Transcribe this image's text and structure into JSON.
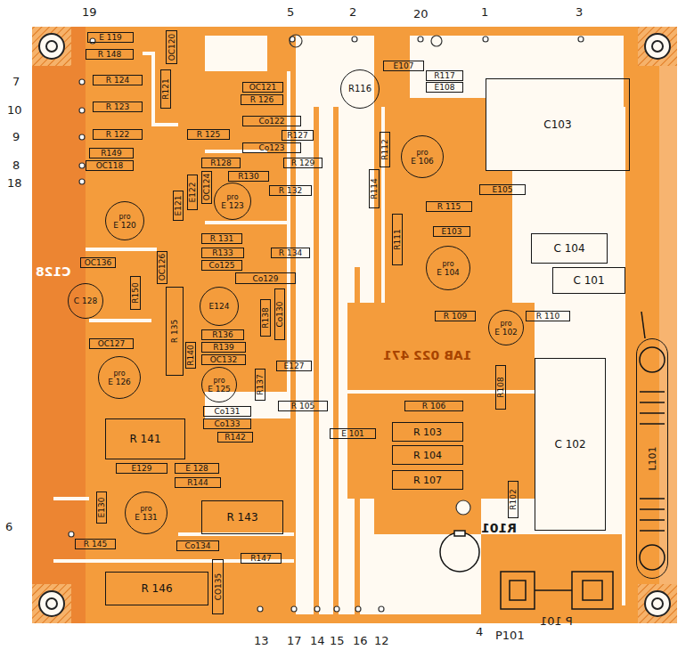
{
  "diagram": {
    "nodes": [
      {
        "text": [
          "E 119"
        ]
      },
      {
        "text": [
          "OC120"
        ]
      },
      {
        "text": [
          "R 148"
        ]
      },
      {
        "text": [
          "E107"
        ]
      },
      {
        "text": [
          "R117"
        ]
      },
      {
        "text": [
          "E108"
        ]
      },
      {
        "text": [
          "R116"
        ]
      },
      {
        "text": [
          "C103"
        ]
      },
      {
        "text": [
          "OC121"
        ]
      },
      {
        "text": [
          "R 124"
        ]
      },
      {
        "text": [
          "R121"
        ]
      },
      {
        "text": [
          "R 126"
        ]
      },
      {
        "text": [
          "R 123"
        ]
      },
      {
        "text": [
          "Co122"
        ]
      },
      {
        "text": [
          "R 122"
        ]
      },
      {
        "text": [
          "R 125"
        ]
      },
      {
        "text": [
          "R127"
        ]
      },
      {
        "text": [
          "R112"
        ]
      },
      {
        "text": [
          "pro",
          "E 106"
        ]
      },
      {
        "text": [
          "Co123"
        ]
      },
      {
        "text": [
          "R149"
        ]
      },
      {
        "text": [
          "OC118"
        ]
      },
      {
        "text": [
          "R128"
        ]
      },
      {
        "text": [
          "R 129"
        ]
      },
      {
        "text": [
          "R130"
        ]
      },
      {
        "text": [
          "R 132"
        ]
      },
      {
        "text": [
          "R114"
        ]
      },
      {
        "text": [
          "E105"
        ]
      },
      {
        "text": [
          "E122"
        ]
      },
      {
        "text": [
          "OC124"
        ]
      },
      {
        "text": [
          "pro",
          "E 123"
        ]
      },
      {
        "text": [
          "R 115"
        ]
      },
      {
        "text": [
          "E121"
        ]
      },
      {
        "text": [
          "pro",
          "E 120"
        ]
      },
      {
        "text": [
          "R111"
        ]
      },
      {
        "text": [
          "E103"
        ]
      },
      {
        "text": [
          "C 104"
        ]
      },
      {
        "text": [
          "R 131"
        ]
      },
      {
        "text": [
          "R133"
        ]
      },
      {
        "text": [
          "R 134"
        ]
      },
      {
        "text": [
          "pro",
          "E 104"
        ]
      },
      {
        "text": [
          "OC136"
        ]
      },
      {
        "text": [
          "OC126"
        ]
      },
      {
        "text": [
          "Co125"
        ]
      },
      {
        "text": [
          "C 101"
        ]
      },
      {
        "text": [
          "Co129"
        ]
      },
      {
        "text": [
          "C 128"
        ]
      },
      {
        "text": [
          "R150"
        ]
      },
      {
        "text": [
          "R 135"
        ]
      },
      {
        "text": [
          "E124"
        ]
      },
      {
        "text": [
          "R138"
        ]
      },
      {
        "text": [
          "Co130"
        ]
      },
      {
        "text": [
          "R 109"
        ]
      },
      {
        "text": [
          "pro",
          "E 102"
        ]
      },
      {
        "text": [
          "R 110"
        ]
      },
      {
        "text": [
          "R136"
        ]
      },
      {
        "text": [
          "R139"
        ]
      },
      {
        "text": [
          "OC127"
        ]
      },
      {
        "text": [
          "R140"
        ]
      },
      {
        "text": [
          "OC132"
        ]
      },
      {
        "text": [
          "C 102"
        ]
      },
      {
        "text": [
          "R108"
        ]
      },
      {
        "text": [
          "R137"
        ]
      },
      {
        "text": [
          "E127"
        ]
      },
      {
        "text": [
          "pro",
          "E 126"
        ]
      },
      {
        "text": [
          "pro",
          "E 125"
        ]
      },
      {
        "text": [
          "Co131"
        ]
      },
      {
        "text": [
          "Co133"
        ]
      },
      {
        "text": [
          "R 105"
        ]
      },
      {
        "text": [
          "R 106"
        ]
      },
      {
        "text": [
          "R 141"
        ]
      },
      {
        "text": [
          "R142"
        ]
      },
      {
        "text": [
          "E 101"
        ]
      },
      {
        "text": [
          "R 103"
        ]
      },
      {
        "text": [
          "R 104"
        ]
      },
      {
        "text": [
          "E129"
        ]
      },
      {
        "text": [
          "E 128"
        ]
      },
      {
        "text": [
          "R 107"
        ]
      },
      {
        "text": [
          "R144"
        ]
      },
      {
        "text": [
          "R102"
        ]
      },
      {
        "text": [
          "E130"
        ]
      },
      {
        "text": [
          "pro",
          "E 131"
        ]
      },
      {
        "text": [
          "R 143"
        ]
      },
      {
        "text": [
          "R 145"
        ]
      },
      {
        "text": [
          "Co134"
        ]
      },
      {
        "text": [
          "R147"
        ]
      },
      {
        "text": [
          "R 146"
        ]
      },
      {
        "text": [
          "CO135"
        ]
      },
      {
        "text": [
          "L101"
        ]
      }
    ],
    "labels": [
      "19",
      "5",
      "2",
      "20",
      "1",
      "3",
      "7",
      "10",
      "9",
      "8",
      "18",
      "6",
      "13",
      "17",
      "14",
      "15",
      "16",
      "12",
      "4",
      "1AB 022 471",
      "C128",
      "R101",
      "P 101",
      "P101"
    ]
  }
}
